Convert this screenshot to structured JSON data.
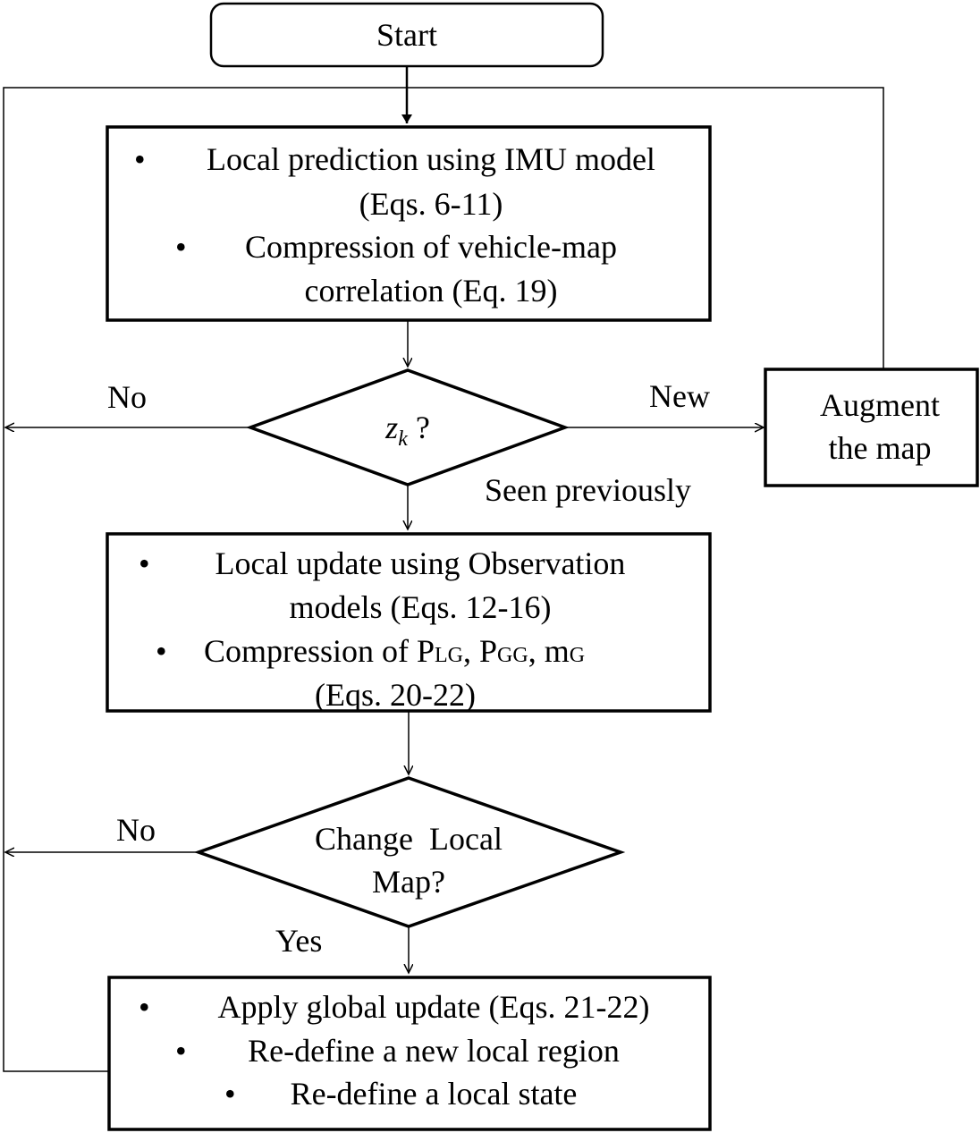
{
  "start": {
    "label": "Start"
  },
  "box1": {
    "bullet": "•",
    "line1": "Local prediction using IMU model",
    "line2": "(Eqs. 6-11)",
    "line3": "Compression of vehicle-map",
    "line4": "correlation (Eq. 19)"
  },
  "decision1": {
    "var": "z",
    "sub": "k",
    "suffix": " ?",
    "label_no": "No",
    "label_new": "New",
    "label_seen": "Seen previously"
  },
  "augment": {
    "line1": "Augment",
    "line2": "the map"
  },
  "box2": {
    "bullet": "•",
    "line1": "Local update using Observation",
    "line2": "models (Eqs. 12-16)",
    "line3_prefix": "Compression of P",
    "plg_sub": "LG",
    "sep1": ", P",
    "pgg_sub": "GG",
    "sep2": ", m",
    "mg_sub": "G",
    "line4": "(Eqs. 20-22)"
  },
  "decision2": {
    "line1": "Change  Local",
    "line2": "Map?",
    "label_no": "No",
    "label_yes": "Yes"
  },
  "box3": {
    "bullet": "•",
    "line1": "Apply global update (Eqs. 21-22)",
    "line2": "Re-define a new local region",
    "line3": "Re-define a local state"
  }
}
